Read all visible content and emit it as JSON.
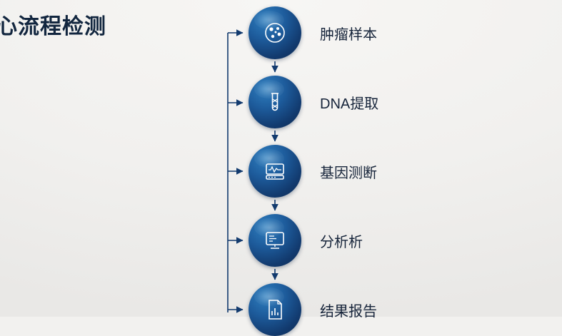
{
  "slide": {
    "title": "心流程检测",
    "background_color": "#f2f1ef",
    "title_color": "#12263f",
    "accent_dark": "#0c2a52",
    "accent_mid": "#1d5b9b",
    "accent_light": "#2f7fbf",
    "connector_color": "#123a6e"
  },
  "flow": {
    "steps": [
      {
        "label": "肿瘤样本",
        "icon": "cell-sample-icon"
      },
      {
        "label": "DNA提取",
        "icon": "test-tube-dna-icon"
      },
      {
        "label": "基因测断",
        "icon": "sequencer-monitor-icon"
      },
      {
        "label": "分析析",
        "icon": "analysis-screen-icon"
      },
      {
        "label": "结果报告",
        "icon": "report-document-icon"
      }
    ]
  }
}
